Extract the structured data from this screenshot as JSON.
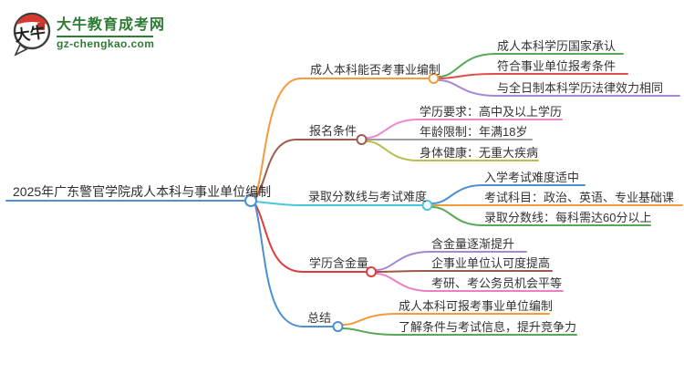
{
  "logo": {
    "icon_text": "大牛",
    "title": "大牛教育成考网",
    "domain": "gz-chengkao.com",
    "brand_color": "#2d7b35"
  },
  "mindmap": {
    "root": {
      "label": "2025年广东警官学院成人本科与事业单位编制",
      "color": "#4a90d2"
    },
    "branches": [
      {
        "label": "成人本科能否考事业编制",
        "color": "#f59a3e",
        "children": [
          {
            "label": "成人本科学历国家承认",
            "color": "#55a954"
          },
          {
            "label": "符合事业单位报考条件",
            "color": "#e04b4b"
          },
          {
            "label": "与全日制本科学历法律效力相同",
            "color": "#a687d6"
          }
        ]
      },
      {
        "label": "报名条件",
        "color": "#9d5c51",
        "children": [
          {
            "label": "学历要求：高中及以上学历",
            "color": "#ef87cd"
          },
          {
            "label": "年龄限制：年满18岁",
            "color": "#9e9e9e"
          },
          {
            "label": "身体健康：无重大疾病",
            "color": "#bcbe4c"
          }
        ]
      },
      {
        "label": "录取分数线与考试难度",
        "color": "#47c8dc",
        "children": [
          {
            "label": "入学考试难度适中",
            "color": "#4a90d2"
          },
          {
            "label": "考试科目：政治、英语、专业基础课",
            "color": "#f59a3e"
          },
          {
            "label": "录取分数线：每科需达60分以上",
            "color": "#55a954"
          }
        ]
      },
      {
        "label": "学历含金量",
        "color": "#e03c3c",
        "children": [
          {
            "label": "含金量逐渐提升",
            "color": "#a687d6"
          },
          {
            "label": "企事业单位认可度提高",
            "color": "#9c584c"
          },
          {
            "label": "考研、考公务员机会平等",
            "color": "#ee7ec4"
          }
        ]
      },
      {
        "label": "总结",
        "color": "#4a90d2",
        "children": [
          {
            "label": "成人本科可报考事业单位编制",
            "color": "#f59a3e"
          },
          {
            "label": "了解条件与考试信息，提升竞争力",
            "color": "#55a954"
          }
        ]
      }
    ]
  }
}
